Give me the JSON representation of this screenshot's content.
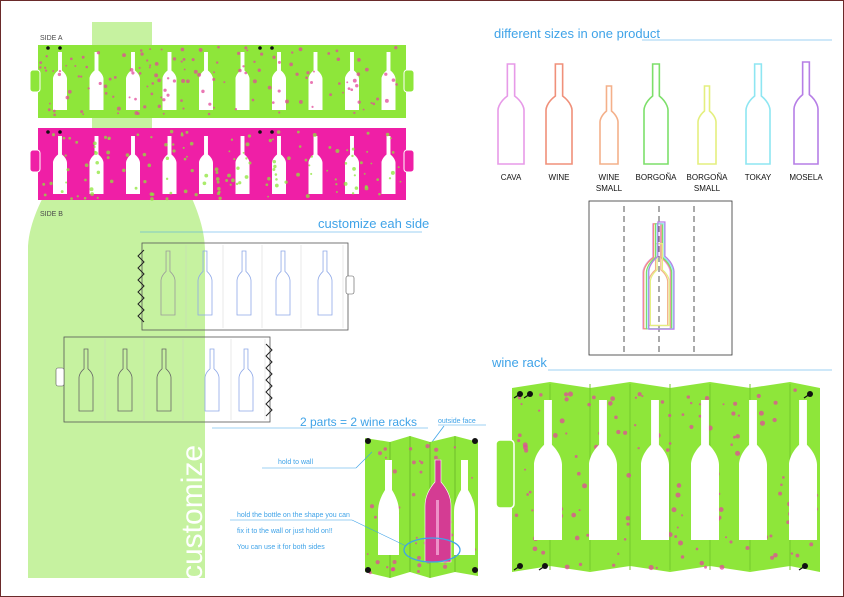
{
  "labels": {
    "side_a": "SIDE A",
    "side_b": "SIDE B",
    "customize_side": "customize eah side",
    "customize": "customize",
    "sizes_title": "different sizes in one product",
    "wine_rack": "wine rack",
    "two_parts": "2 parts = 2 wine racks",
    "outside_face": "outside face",
    "hold_wall": "hold to wall",
    "hold_bottle_1": "hold the bottle on the shape you can",
    "hold_bottle_2": "fix it to the wall or just hold on!!",
    "hold_bottle_3": "You can use it for both sides"
  },
  "bottle_sizes": [
    {
      "line1": "CAVA",
      "line2": "",
      "color": "#e79ae8"
    },
    {
      "line1": "WINE",
      "line2": "",
      "color": "#f0907a"
    },
    {
      "line1": "WINE",
      "line2": "SMALL",
      "color": "#f4b08a"
    },
    {
      "line1": "BORGOÑA",
      "line2": "",
      "color": "#7ddf6a"
    },
    {
      "line1": "BORGOÑA",
      "line2": "SMALL",
      "color": "#e4ef7e"
    },
    {
      "line1": "TOKAY",
      "line2": "",
      "color": "#8ee6f2"
    },
    {
      "line1": "MOSELA",
      "line2": "",
      "color": "#b67ee6"
    }
  ],
  "colors": {
    "green": "#8ee63a",
    "magenta": "#ef1fa6",
    "pale_green": "#c6f2a0",
    "accent_blue": "#3fa3e8",
    "frame": "#6a2a2a"
  }
}
